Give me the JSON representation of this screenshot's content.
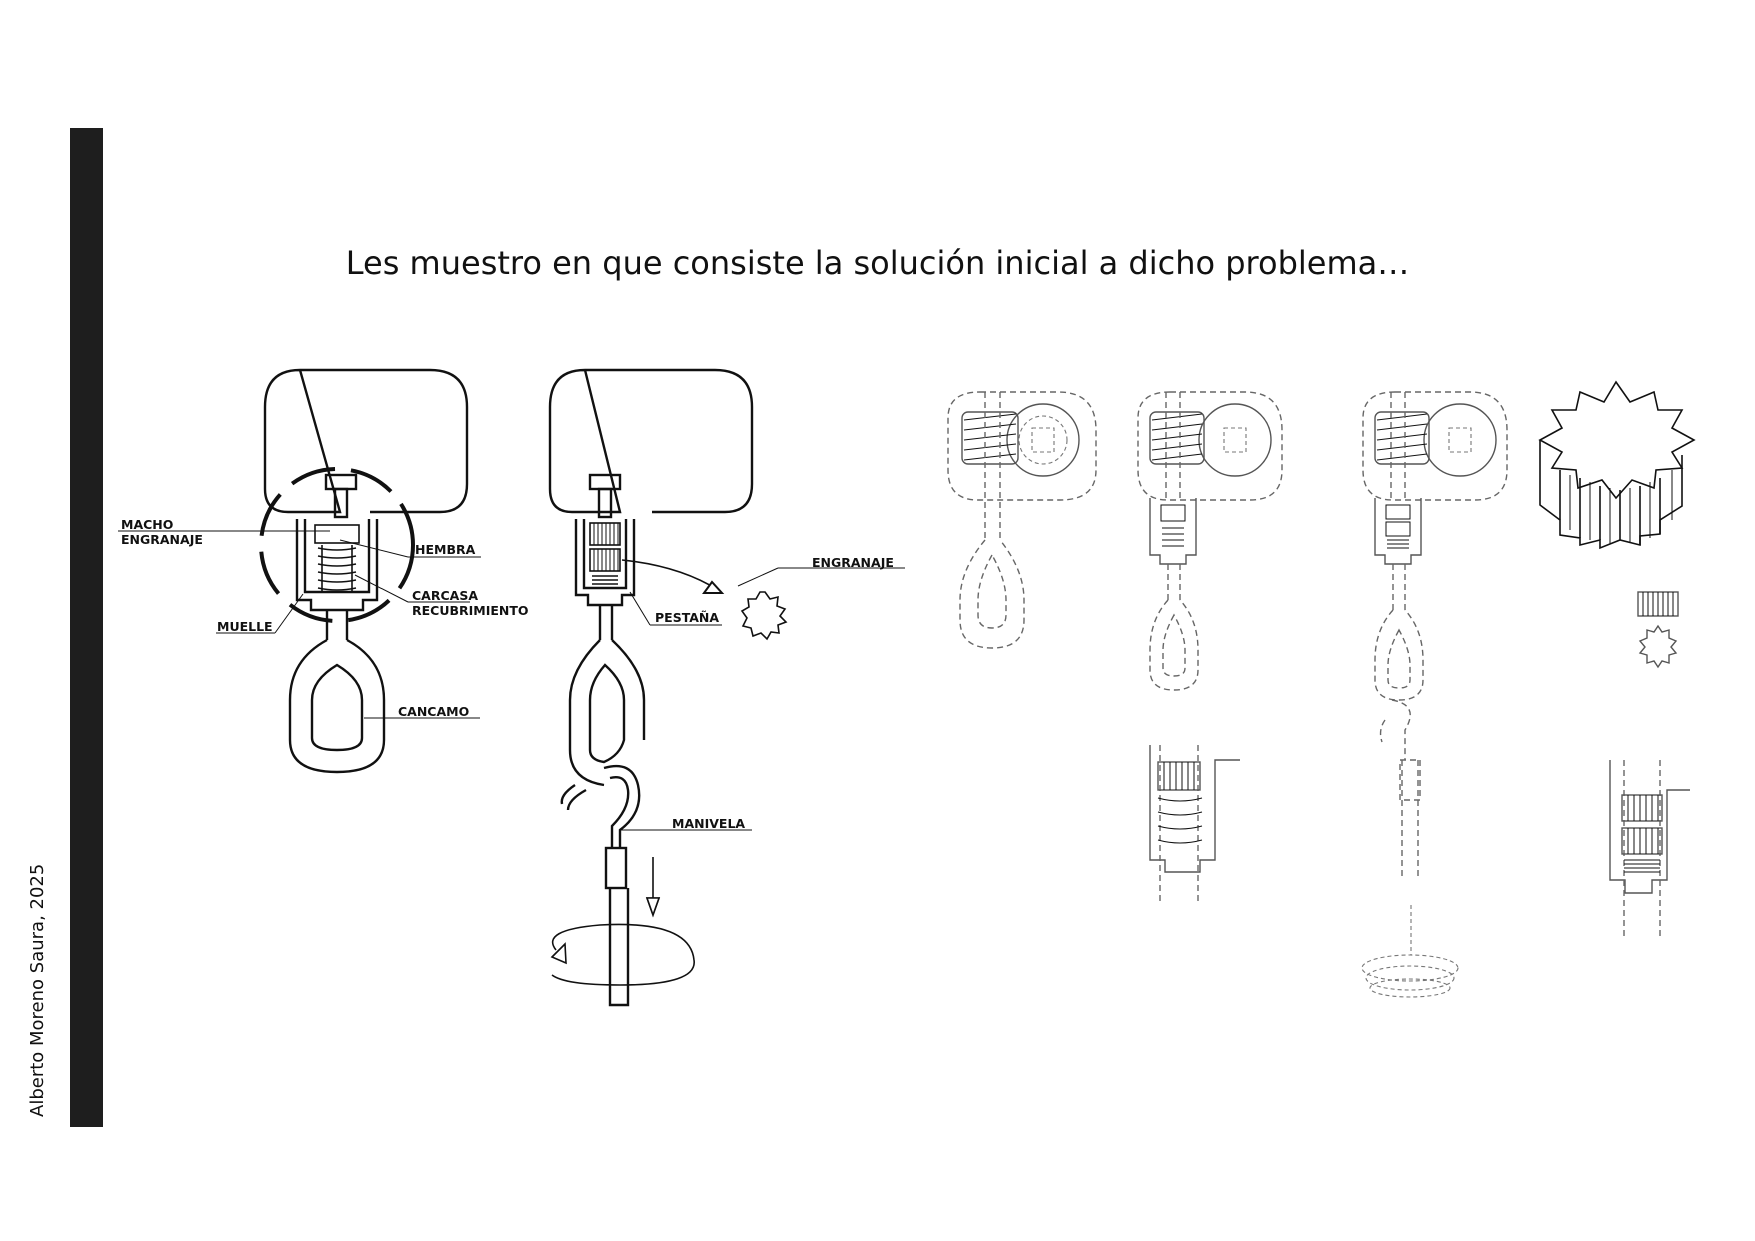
{
  "slide": {
    "title": "Les muestro en que consiste la solución inicial a dicho problema…",
    "author_credit": "Alberto Moreno Saura, 2025",
    "sidebar_color": "#1e1e1e"
  },
  "diagram_labels": {
    "macho_engranaje": [
      "MACHO",
      "ENGRANAJE"
    ],
    "hembra": "HEMBRA",
    "carcasa_recubrimiento": [
      "CARCASA",
      "RECUBRIMIENTO"
    ],
    "muelle": "MUELLE",
    "cancamo": "CANCAMO",
    "engranaje": "ENGRANAJE",
    "pestana": "PESTAÑA",
    "manivela": "MANIVELA"
  }
}
